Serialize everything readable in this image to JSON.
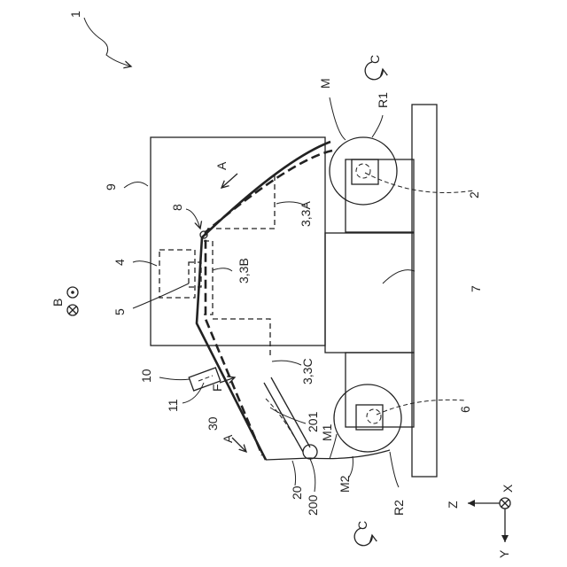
{
  "labels": {
    "fig": "1",
    "M": "M",
    "R1": "R1",
    "A_top": "A",
    "C_top": "C",
    "l9": "9",
    "l8": "8",
    "l3_3A": "3,3A",
    "l2": "2",
    "l4": "4",
    "l5": "5",
    "l3_3B": "3,3B",
    "l7": "7",
    "l10": "10",
    "l11": "11",
    "F": "F",
    "l3_3C": "3,3C",
    "l6": "6",
    "l30": "30",
    "A_bottom": "A",
    "l201": "201",
    "M1": "M1",
    "M2": "M2",
    "l20": "20",
    "l200": "200",
    "R2": "R2",
    "C_bottom": "C",
    "B": "B",
    "X": "X",
    "Y": "Y",
    "Z": "Z"
  },
  "colors": {
    "line": "#222222",
    "background": "#ffffff"
  }
}
